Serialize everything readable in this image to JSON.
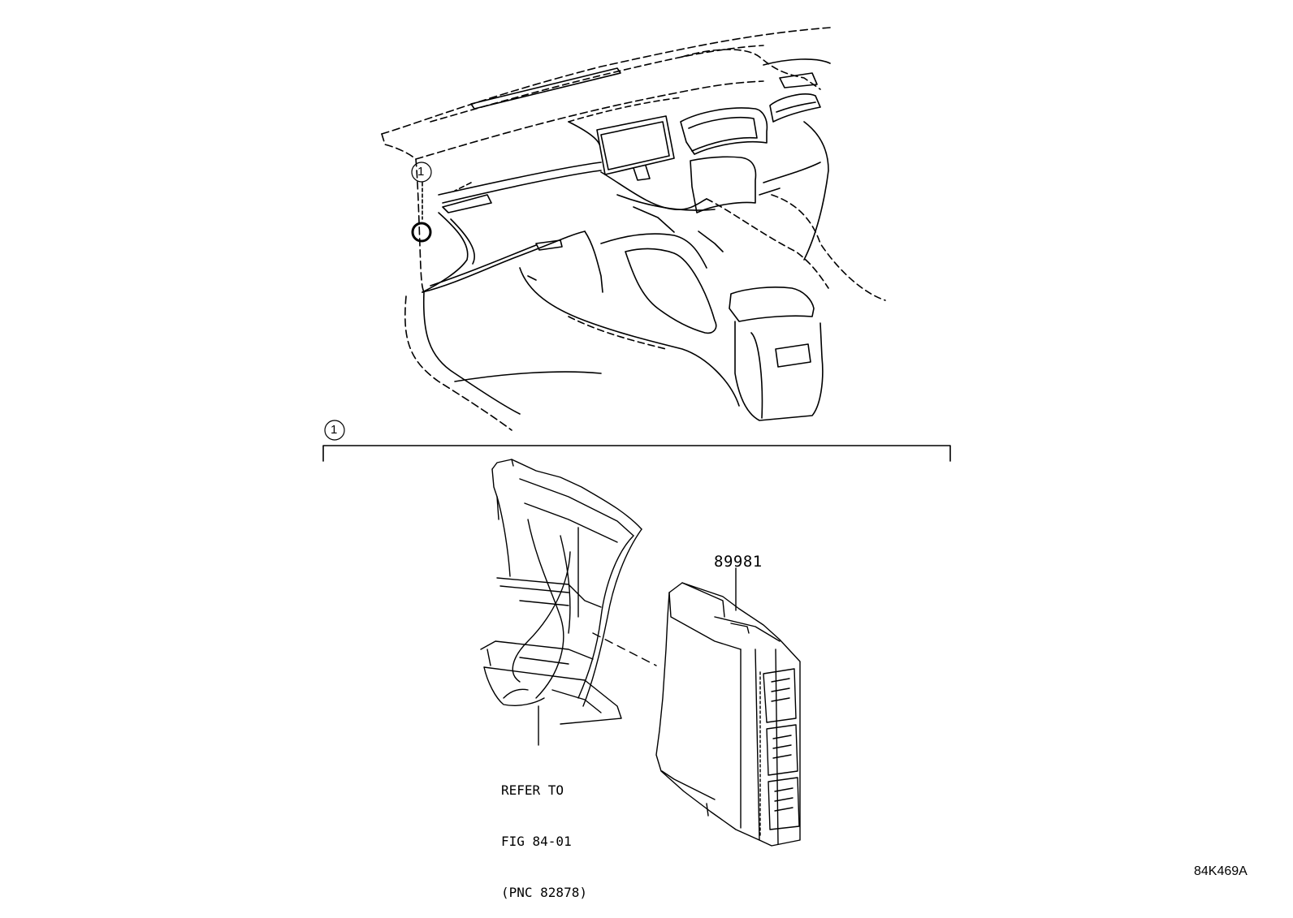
{
  "callouts": {
    "top": "1",
    "section": "1"
  },
  "parts": {
    "ecu_number": "89981",
    "refer_line1": "REFER TO",
    "refer_line2": "FIG 84-01",
    "refer_line3": "(PNC 82878)"
  },
  "figure_code": "84K469A"
}
